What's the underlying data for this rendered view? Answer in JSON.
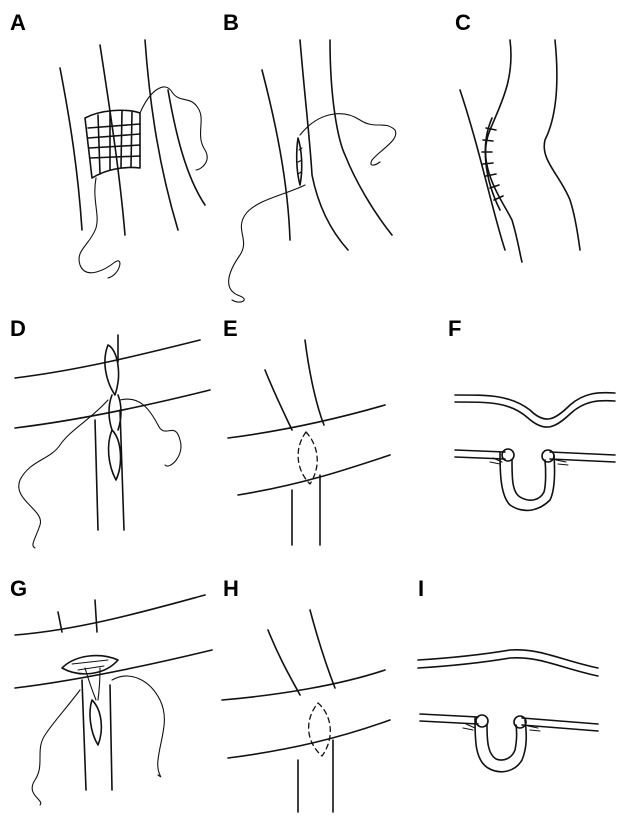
{
  "panels": [
    {
      "id": "A",
      "label": "A"
    },
    {
      "id": "B",
      "label": "B"
    },
    {
      "id": "C",
      "label": "C"
    },
    {
      "id": "D",
      "label": "D"
    },
    {
      "id": "E",
      "label": "E"
    },
    {
      "id": "F",
      "label": "F"
    },
    {
      "id": "G",
      "label": "G"
    },
    {
      "id": "H",
      "label": "H"
    },
    {
      "id": "I",
      "label": "I"
    }
  ],
  "colors": {
    "line": "#111111",
    "background": "#ffffff"
  }
}
